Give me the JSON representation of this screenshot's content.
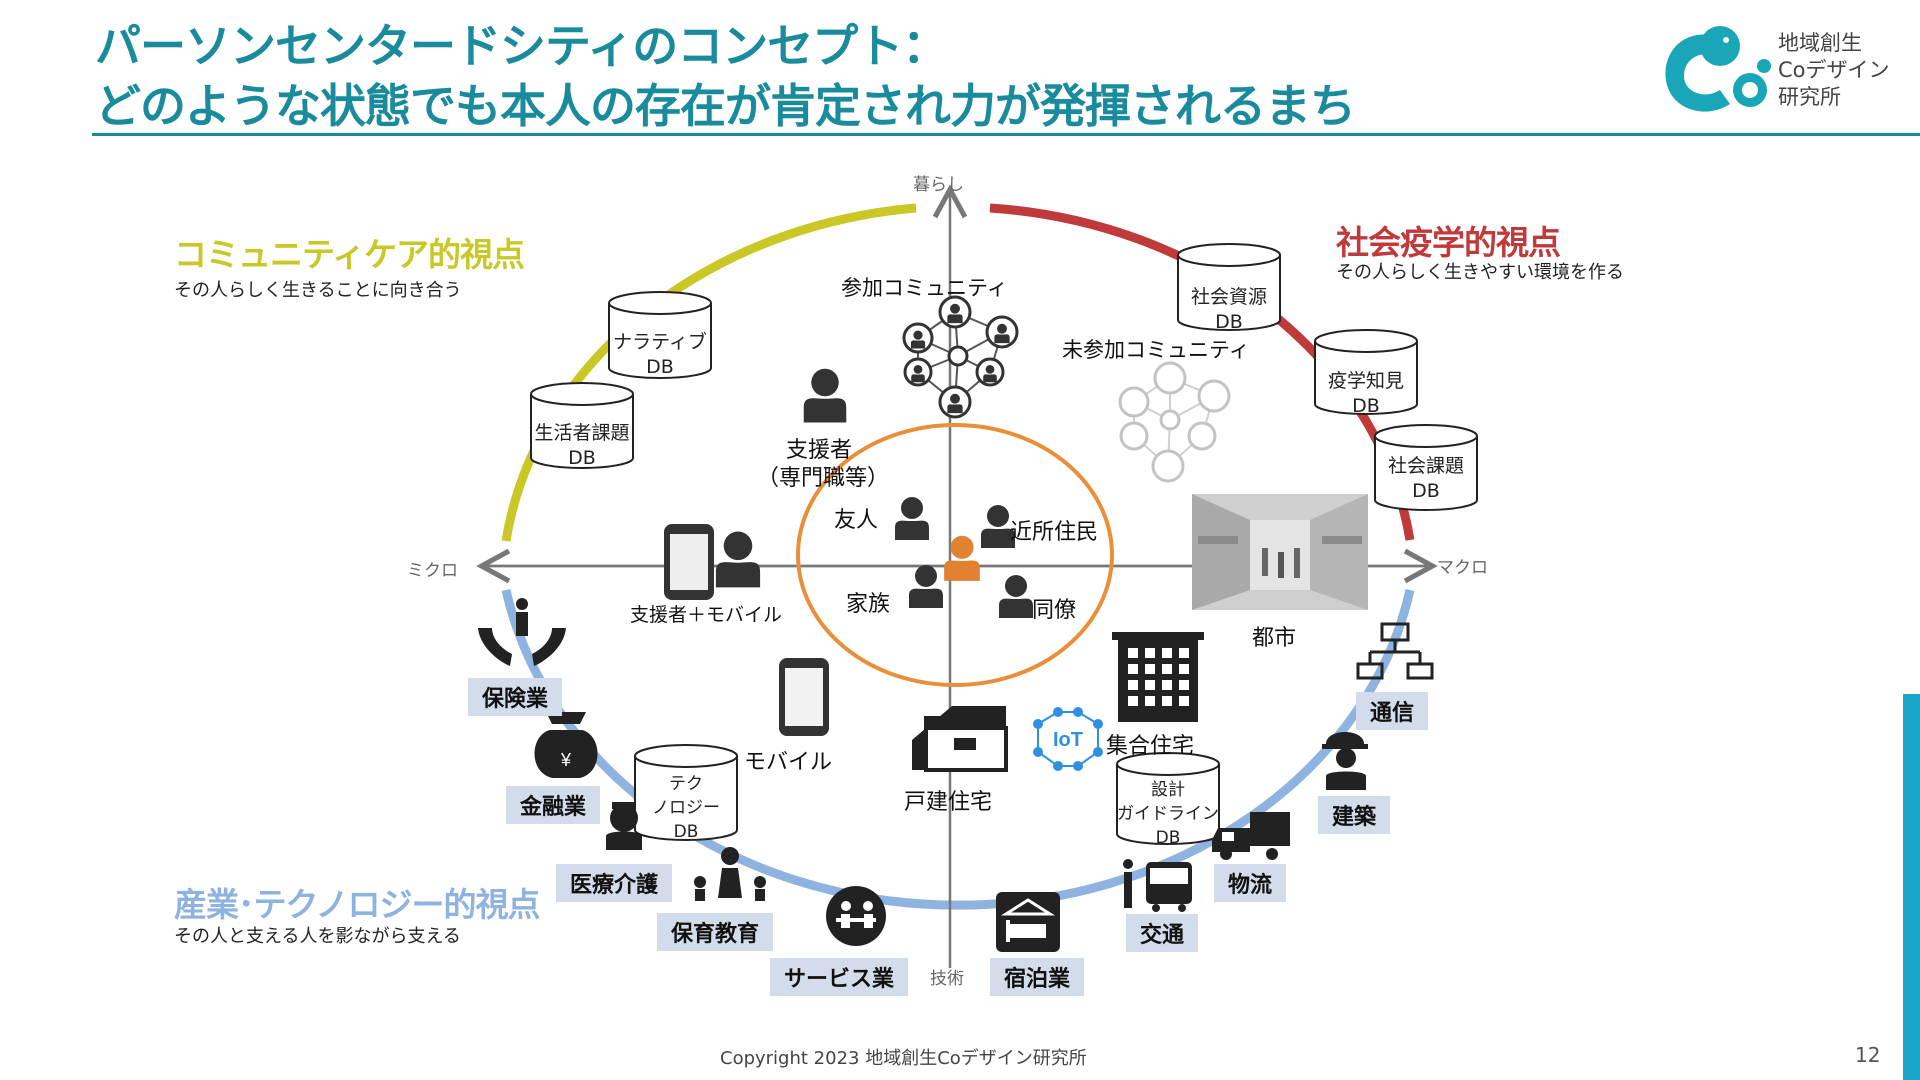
{
  "header": {
    "title_line1": "パーソンセンタードシティのコンセプト：",
    "title_line2": "どのような状態でも本人の存在が肯定され力が発揮されるまち"
  },
  "logo": {
    "line1": "地域創生",
    "line2": "Coデザイン",
    "line3": "研究所"
  },
  "axes": {
    "top": "暮らし",
    "bottom": "技術",
    "left": "ミクロ",
    "right": "マクロ"
  },
  "perspectives": {
    "community_care": {
      "title": "コミュニティケア的視点",
      "subtitle": "その人らしく生きることに向き合う",
      "color": "#c9c826"
    },
    "social_epidemiology": {
      "title": "社会疫学的視点",
      "subtitle": "その人らしく生きやすい環境を作る",
      "color": "#c0393b"
    },
    "industry_tech": {
      "title": "産業･テクノロジー的視点",
      "subtitle": "その人と支える人を影ながら支える",
      "color": "#8fb3e0"
    }
  },
  "databases": {
    "narrative": {
      "line1": "ナラティブ",
      "line2": "DB"
    },
    "life_issues": {
      "line1": "生活者課題",
      "line2": "DB"
    },
    "social_resources": {
      "line1": "社会資源",
      "line2": "DB"
    },
    "epi_knowledge": {
      "line1": "疫学知見",
      "line2": "DB"
    },
    "social_issues": {
      "line1": "社会課題",
      "line2": "DB"
    },
    "technology": {
      "line1": "テク",
      "line2": "ノロジー",
      "line3": "DB"
    },
    "design_guideline": {
      "line1": "設計",
      "line2": "ガイドライン",
      "line3": "DB"
    }
  },
  "labels": {
    "participating_community": "参加コミュニティ",
    "non_participating_community": "未参加コミュニティ",
    "supporter_line1": "支援者",
    "supporter_line2": "（専門職等）",
    "friend": "友人",
    "neighbor": "近所住民",
    "family": "家族",
    "colleague": "同僚",
    "supporter_mobile": "支援者＋モバイル",
    "city": "都市",
    "mobile": "モバイル",
    "detached_house": "戸建住宅",
    "apartment": "集合住宅",
    "iot": "IoT"
  },
  "industries": {
    "insurance": "保険業",
    "finance": "金融業",
    "medical_care": "医療介護",
    "childcare_edu": "保育教育",
    "service": "サービス業",
    "lodging": "宿泊業",
    "transport": "交通",
    "logistics": "物流",
    "construction": "建築",
    "communication": "通信"
  },
  "colors": {
    "accent": "#1a8b9c",
    "center_ring": "#e98f3a",
    "center_person": "#e0822f",
    "industry_box": "#d3dcea"
  },
  "footer": {
    "copyright": "Copyright 2023 地域創生Coデザイン研究所",
    "page": "12"
  }
}
